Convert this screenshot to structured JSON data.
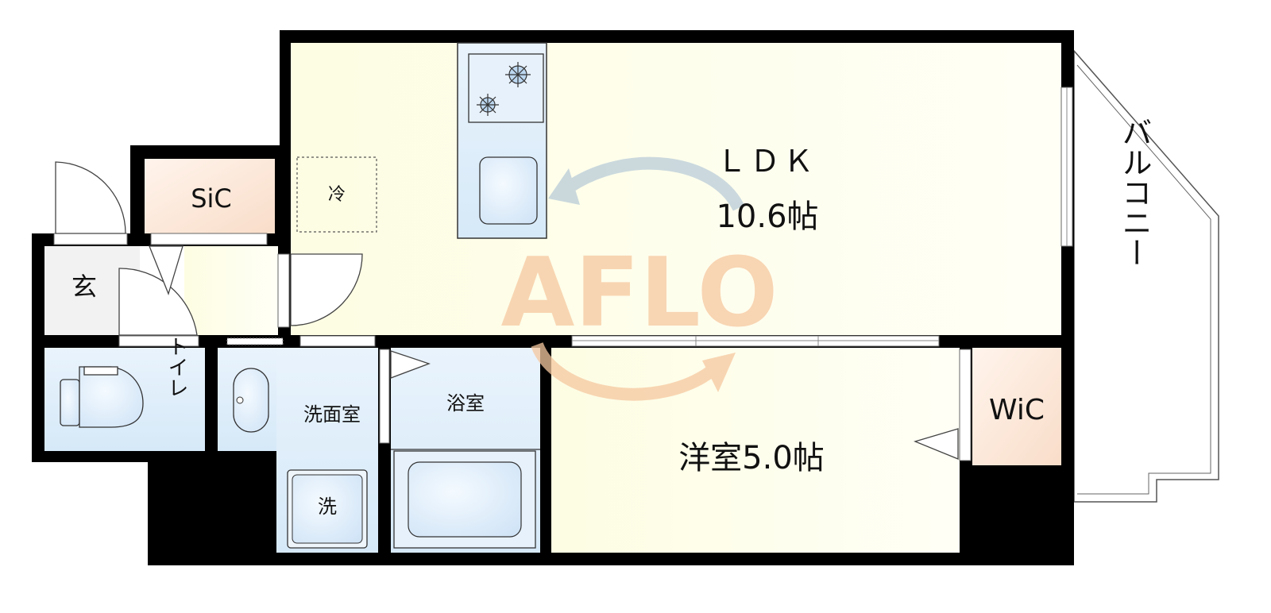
{
  "rooms": {
    "ldk": {
      "name": "ＬＤＫ",
      "size": "10.6帖"
    },
    "western_room": {
      "label": "洋室5.0帖"
    },
    "sic": {
      "label": "SiC"
    },
    "wic": {
      "label": "WiC"
    },
    "entrance": {
      "label": "玄"
    },
    "toilet": {
      "label": "トイレ"
    },
    "washroom": {
      "label": "洗面室"
    },
    "bathroom": {
      "label": "浴室"
    },
    "balcony": {
      "label": "バルコニー"
    }
  },
  "fixtures": {
    "fridge": {
      "label": "冷"
    },
    "washer": {
      "label": "洗"
    }
  },
  "watermark": {
    "text": "AFLO"
  },
  "colors": {
    "wall": "#000000",
    "floor_yellow": "#fdfde6",
    "storage_peach": "#fbe3d3",
    "wet_area_blue": "#e3f0fb",
    "entrance_gray": "#f2f2f2",
    "watermark_orange": "#f6c8a0",
    "watermark_blue": "#b9ccd8"
  }
}
